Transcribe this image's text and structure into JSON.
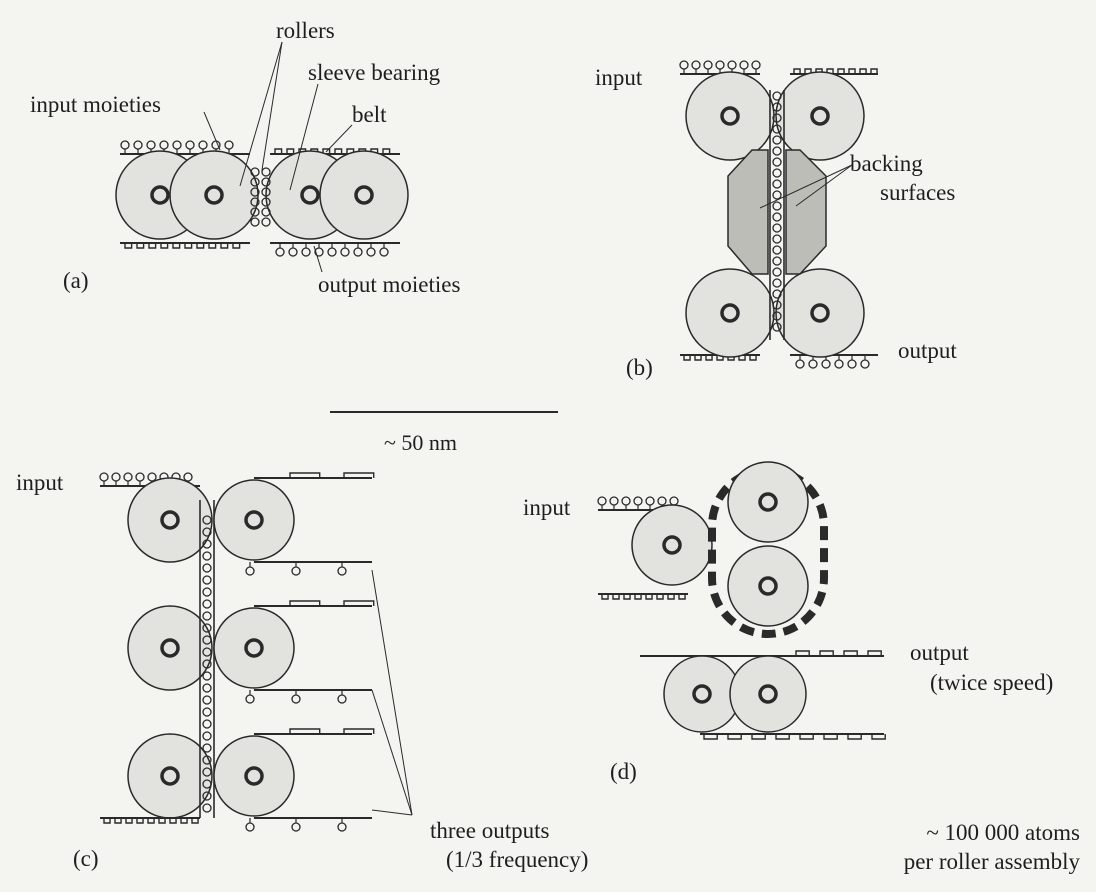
{
  "panel_a": {
    "id": "(a)",
    "rollers": "rollers",
    "sleeve_bearing": "sleeve bearing",
    "input_moieties": "input moieties",
    "belt": "belt",
    "output_moieties": "output moieties"
  },
  "panel_b": {
    "id": "(b)",
    "input": "input",
    "backing_surfaces_1": "backing",
    "backing_surfaces_2": "surfaces",
    "output": "output"
  },
  "scale_bar": {
    "label": "~ 50 nm"
  },
  "panel_c": {
    "id": "(c)",
    "input": "input",
    "outputs_1": "three outputs",
    "outputs_2": "(1/3 frequency)"
  },
  "panel_d": {
    "id": "(d)",
    "input": "input",
    "output_1": "output",
    "output_2": "(twice speed)"
  },
  "note": {
    "line1": "~ 100 000 atoms",
    "line2": "per roller assembly"
  },
  "colors": {
    "line": "#2a2a2a",
    "roller_fill": "#e2e2de",
    "backing_fill": "#bdbdb8",
    "background": "#f4f4f1"
  }
}
